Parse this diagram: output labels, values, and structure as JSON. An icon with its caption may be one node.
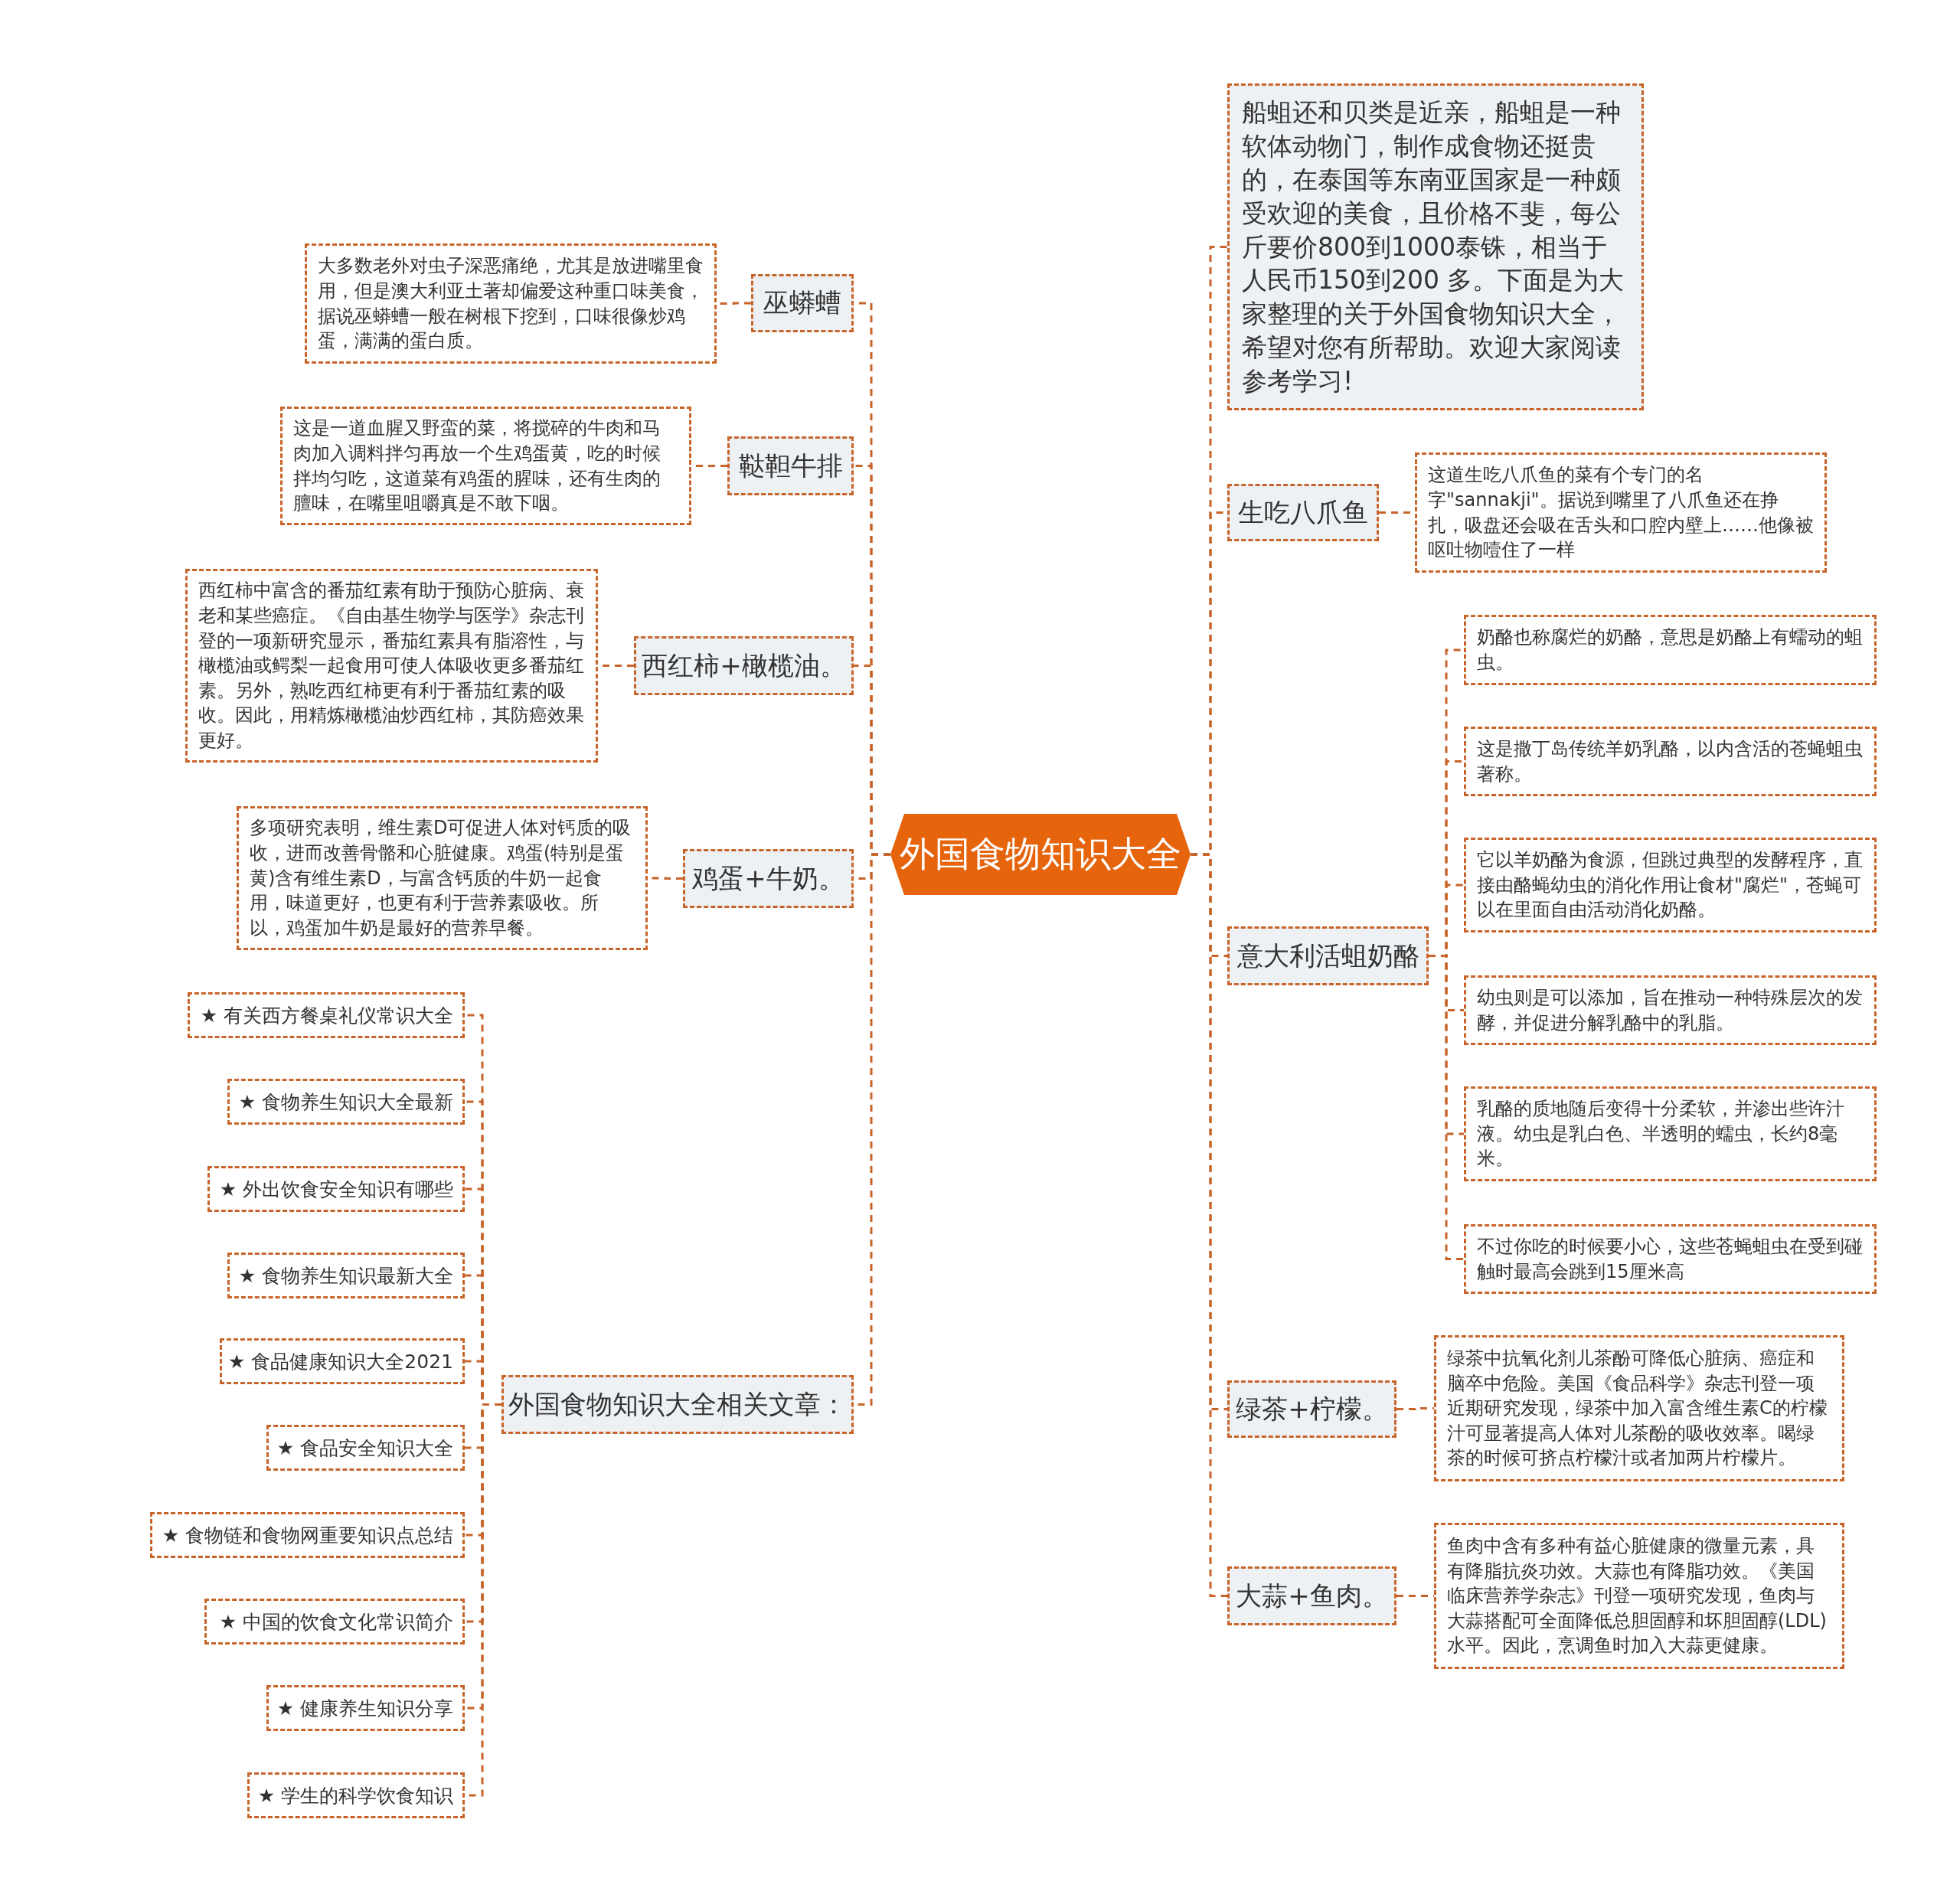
{
  "diagram": {
    "nodes": [
      {
        "text": [
          "外国食物知识大全"
        ]
      },
      {
        "text": [
          "巫蟒螬"
        ]
      },
      {
        "text": [
          "大多数老外对虫子深恶痛绝，尤其是放进嘴里食用，但是澳大利亚土著却偏爱这种重口味美食，据说巫蟒螬一般在树根下挖到，口味很像炒鸡蛋，满满的蛋白质。"
        ]
      },
      {
        "text": [
          "鞑靼牛排"
        ]
      },
      {
        "text": [
          "这是一道血腥又野蛮的菜，将搅碎的牛肉和马肉加入调料拌匀再放一个生鸡蛋黄，吃的时候拌均匀吃，这道菜有鸡蛋的腥味，还有生肉的膻味，在嘴里咀嚼真是不敢下咽。"
        ]
      },
      {
        "text": [
          "西红柿+橄榄油。"
        ]
      },
      {
        "text": [
          "西红柿中富含的番茄红素有助于预防心脏病、衰老和某些癌症。《自由基生物学与医学》杂志刊登的一项新研究显示，番茄红素具有脂溶性，与橄榄油或鳄梨一起食用可使人体吸收更多番茄红素。另外，熟吃西红柿更有利于番茄红素的吸收。因此，用精炼橄榄油炒西红柿，其防癌效果更好。"
        ]
      },
      {
        "text": [
          "鸡蛋+牛奶。"
        ]
      },
      {
        "text": [
          "多项研究表明，维生素D可促进人体对钙质的吸收，进而改善骨骼和心脏健康。鸡蛋(特别是蛋黄)含有维生素D，与富含钙质的牛奶一起食用，味道更好，也更有利于营养素吸收。所以，鸡蛋加牛奶是最好的营养早餐。"
        ]
      },
      {
        "text": [
          "外国食物知识大全相关文章："
        ]
      },
      {
        "text": [
          "★ 有关西方餐桌礼仪常识大全"
        ]
      },
      {
        "text": [
          "★ 食物养生知识大全最新"
        ]
      },
      {
        "text": [
          "★ 外出饮食安全知识有哪些"
        ]
      },
      {
        "text": [
          "★ 食物养生知识最新大全"
        ]
      },
      {
        "text": [
          "★ 食品健康知识大全2021"
        ]
      },
      {
        "text": [
          "★ 食品安全知识大全"
        ]
      },
      {
        "text": [
          "★ 食物链和食物网重要知识点总结"
        ]
      },
      {
        "text": [
          "★ 中国的饮食文化常识简介"
        ]
      },
      {
        "text": [
          "★ 健康养生知识分享"
        ]
      },
      {
        "text": [
          "★ 学生的科学饮食知识"
        ]
      },
      {
        "text": [
          "船蛆还和贝类是近亲，船蛆是一种软体动物门，制作成食物还挺贵的，在泰国等东南亚国家是一种颇受欢迎的美食，且价格不斐，每公斤要价800到1000泰铢，相当于人民币150到200 多。下面是为大家整理的关于外国食物知识大全，希望对您有所帮助。欢迎大家阅读参考学习!"
        ]
      },
      {
        "text": [
          "生吃八爪鱼"
        ]
      },
      {
        "text": [
          "这道生吃八爪鱼的菜有个专门的名字\"sannakji\"。据说到嘴里了八爪鱼还在挣扎，吸盘还会吸在舌头和口腔内壁上……他像被呕吐物噎住了一样"
        ]
      },
      {
        "text": [
          "意大利活蛆奶酪"
        ]
      },
      {
        "text": [
          "奶酪也称腐烂的奶酪，意思是奶酪上有蠕动的蛆虫。"
        ]
      },
      {
        "text": [
          "这是撒丁岛传统羊奶乳酪，以内含活的苍蝇蛆虫著称。"
        ]
      },
      {
        "text": [
          "它以羊奶酪为食源，但跳过典型的发酵程序，直接由酪蝇幼虫的消化作用让食材\"腐烂\"，苍蝇可以在里面自由活动消化奶酪。"
        ]
      },
      {
        "text": [
          "幼虫则是可以添加，旨在推动一种特殊层次的发酵，并促进分解乳酪中的乳脂。"
        ]
      },
      {
        "text": [
          "乳酪的质地随后变得十分柔软，并渗出些许汁液。幼虫是乳白色、半透明的蠕虫，长约8毫米。"
        ]
      },
      {
        "text": [
          "不过你吃的时候要小心，这些苍蝇蛆虫在受到碰触时最高会跳到15厘米高"
        ]
      },
      {
        "text": [
          "绿茶+柠檬。"
        ]
      },
      {
        "text": [
          "绿茶中抗氧化剂儿茶酚可降低心脏病、癌症和脑卒中危险。美国《食品科学》杂志刊登一项近期研究发现，绿茶中加入富含维生素C的柠檬汁可显著提高人体对儿茶酚的吸收效率。喝绿茶的时候可挤点柠檬汁或者加两片柠檬片。"
        ]
      },
      {
        "text": [
          "大蒜+鱼肉。"
        ]
      },
      {
        "text": [
          "鱼肉中含有多种有益心脏健康的微量元素，具有降脂抗炎功效。大蒜也有降脂功效。《美国临床营养学杂志》刊登一项研究发现，鱼肉与大蒜搭配可全面降低总胆固醇和坏胆固醇(LDL)水平。因此，烹调鱼时加入大蒜更健康。"
        ]
      }
    ],
    "edges": [
      {
        "from": 0,
        "to": 1,
        "arrow": "none"
      },
      {
        "from": 1,
        "to": 2,
        "arrow": "none"
      },
      {
        "from": 0,
        "to": 3,
        "arrow": "none"
      },
      {
        "from": 3,
        "to": 4,
        "arrow": "none"
      },
      {
        "from": 0,
        "to": 5,
        "arrow": "none"
      },
      {
        "from": 5,
        "to": 6,
        "arrow": "none"
      },
      {
        "from": 0,
        "to": 7,
        "arrow": "none"
      },
      {
        "from": 7,
        "to": 8,
        "arrow": "none"
      },
      {
        "from": 0,
        "to": 9,
        "arrow": "none"
      },
      {
        "from": 9,
        "to": 10,
        "arrow": "none"
      },
      {
        "from": 9,
        "to": 11,
        "arrow": "none"
      },
      {
        "from": 9,
        "to": 12,
        "arrow": "none"
      },
      {
        "from": 9,
        "to": 13,
        "arrow": "none"
      },
      {
        "from": 9,
        "to": 14,
        "arrow": "none"
      },
      {
        "from": 9,
        "to": 15,
        "arrow": "none"
      },
      {
        "from": 9,
        "to": 16,
        "arrow": "none"
      },
      {
        "from": 9,
        "to": 17,
        "arrow": "none"
      },
      {
        "from": 9,
        "to": 18,
        "arrow": "none"
      },
      {
        "from": 9,
        "to": 19,
        "arrow": "none"
      },
      {
        "from": 0,
        "to": 20,
        "arrow": "none"
      },
      {
        "from": 0,
        "to": 21,
        "arrow": "none"
      },
      {
        "from": 21,
        "to": 22,
        "arrow": "none"
      },
      {
        "from": 0,
        "to": 23,
        "arrow": "none"
      },
      {
        "from": 23,
        "to": 24,
        "arrow": "none"
      },
      {
        "from": 23,
        "to": 25,
        "arrow": "none"
      },
      {
        "from": 23,
        "to": 26,
        "arrow": "none"
      },
      {
        "from": 23,
        "to": 27,
        "arrow": "none"
      },
      {
        "from": 23,
        "to": 28,
        "arrow": "none"
      },
      {
        "from": 23,
        "to": 29,
        "arrow": "none"
      },
      {
        "from": 0,
        "to": 30,
        "arrow": "none"
      },
      {
        "from": 30,
        "to": 31,
        "arrow": "none"
      },
      {
        "from": 0,
        "to": 32,
        "arrow": "none"
      },
      {
        "from": 32,
        "to": 33,
        "arrow": "none"
      }
    ]
  }
}
